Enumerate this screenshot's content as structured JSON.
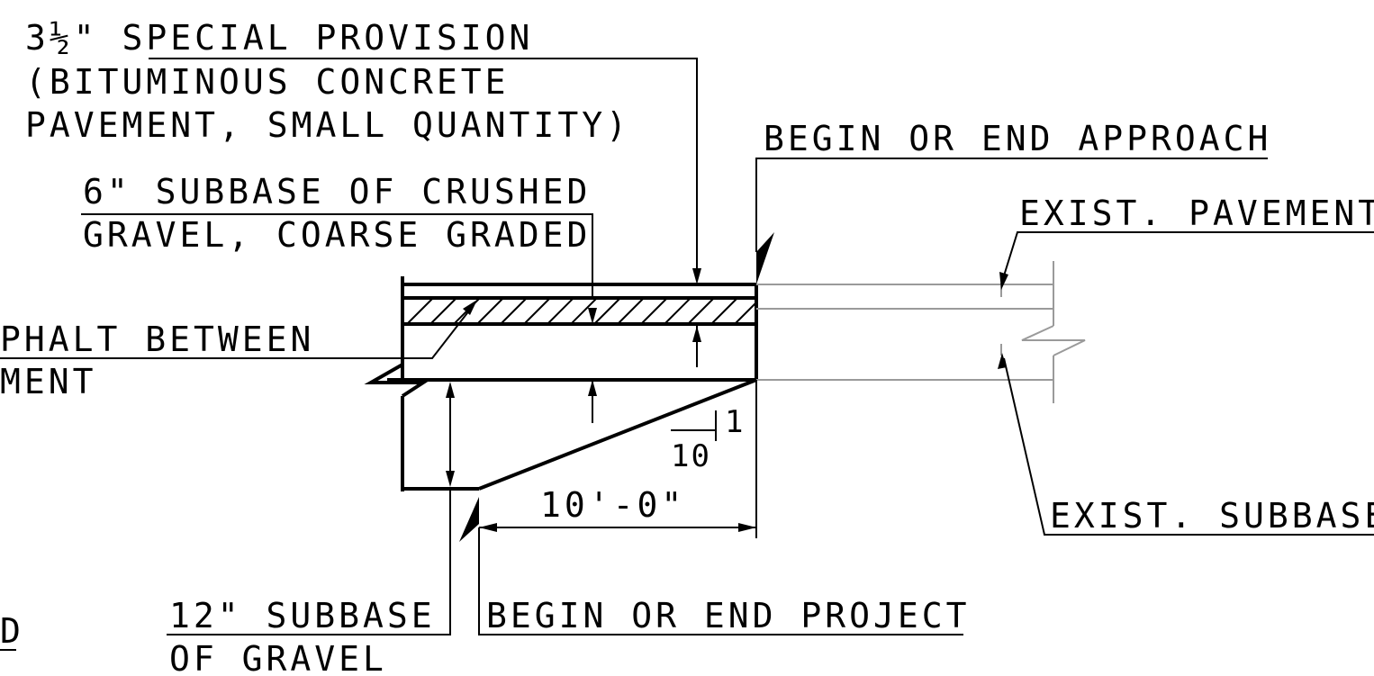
{
  "labels": {
    "special_provision_line1": "3½\" SPECIAL PROVISION",
    "special_provision_line2": "(BITUMINOUS CONCRETE",
    "special_provision_line3": "PAVEMENT, SMALL QUANTITY)",
    "subbase6_line1": "6\" SUBBASE OF CRUSHED",
    "subbase6_line2": "GRAVEL, COARSE GRADED",
    "asphalt_line1": "PHALT BETWEEN",
    "asphalt_line2": "MENT",
    "begin_end_approach": "BEGIN OR END APPROACH",
    "exist_pavement": "EXIST. PAVEMENT",
    "exist_subbase": "EXIST. SUBBASE",
    "slope_rise": "1",
    "slope_run": "10",
    "dimension_length": "10'-0\"",
    "subbase12_line1": "12\" SUBBASE",
    "subbase12_line2": "OF GRAVEL",
    "begin_end_project": "BEGIN OR END PROJECT",
    "partial_left_bottom": "D"
  },
  "colors": {
    "linework": "#000000",
    "existing": "#9a9a9a",
    "background": "#ffffff"
  }
}
